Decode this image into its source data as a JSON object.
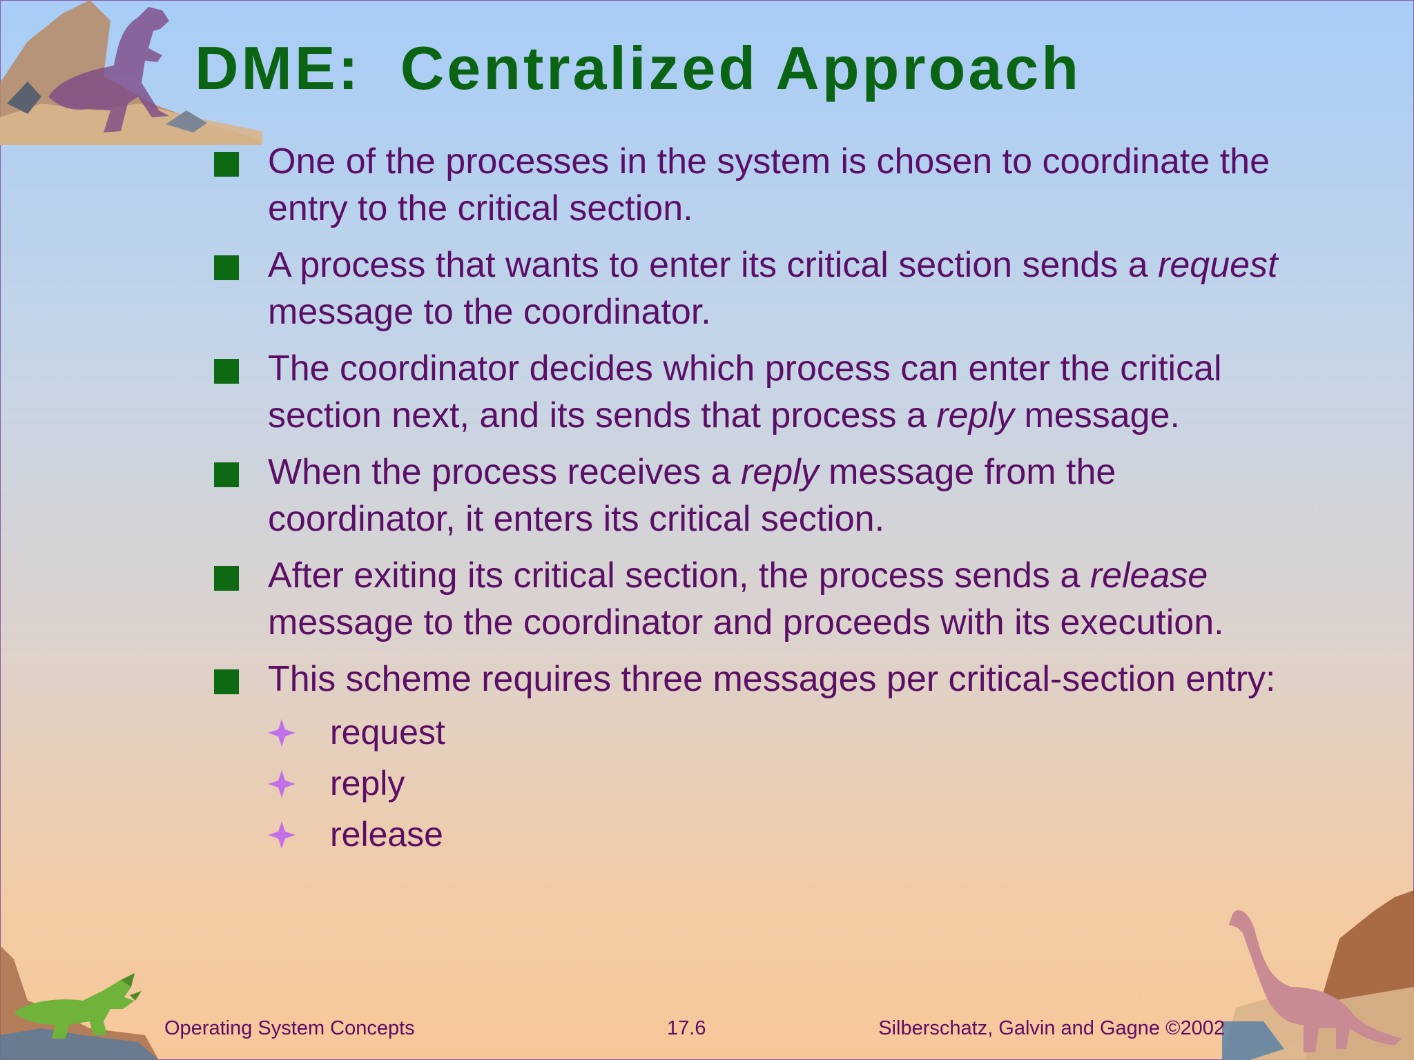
{
  "slide": {
    "title": "DME:  Centralized Approach",
    "bullets": [
      {
        "parts": [
          {
            "text": "One of the processes in the system is chosen to coordinate the entry to the critical section.",
            "italic": false
          }
        ]
      },
      {
        "parts": [
          {
            "text": "A process that wants to enter its critical section sends a ",
            "italic": false
          },
          {
            "text": "request",
            "italic": true
          },
          {
            "text": " message to the coordinator.",
            "italic": false
          }
        ]
      },
      {
        "parts": [
          {
            "text": "The coordinator decides which process can enter the critical section next, and its sends that process a ",
            "italic": false
          },
          {
            "text": "reply",
            "italic": true
          },
          {
            "text": " message.",
            "italic": false
          }
        ]
      },
      {
        "parts": [
          {
            "text": "When the process receives a ",
            "italic": false
          },
          {
            "text": "reply",
            "italic": true
          },
          {
            "text": " message from the coordinator, it enters its critical section.",
            "italic": false
          }
        ]
      },
      {
        "parts": [
          {
            "text": "After exiting its critical section, the process sends a ",
            "italic": false
          },
          {
            "text": "release",
            "italic": true
          },
          {
            "text": " message to the coordinator and proceeds with its execution.",
            "italic": false
          }
        ]
      },
      {
        "parts": [
          {
            "text": "This scheme requires three messages per critical-section entry:",
            "italic": false
          }
        ]
      }
    ],
    "sub_items": [
      "request",
      "reply",
      "release"
    ]
  },
  "footer": {
    "left": "Operating System Concepts",
    "center": "17.6",
    "right": "Silberschatz, Galvin and  Gagne ©2002"
  },
  "colors": {
    "title": "#0a6414",
    "body_text": "#5b0e66",
    "bullet_marker": "#0e6a12",
    "sub_marker": "#c070e8"
  },
  "icons": {
    "bullet": "green-square-bullet-icon",
    "sub_bullet": "purple-diamond-star-icon",
    "decorations": [
      "trex-dinosaur-icon",
      "triceratops-dinosaur-icon",
      "brontosaurus-dinosaur-icon"
    ]
  }
}
